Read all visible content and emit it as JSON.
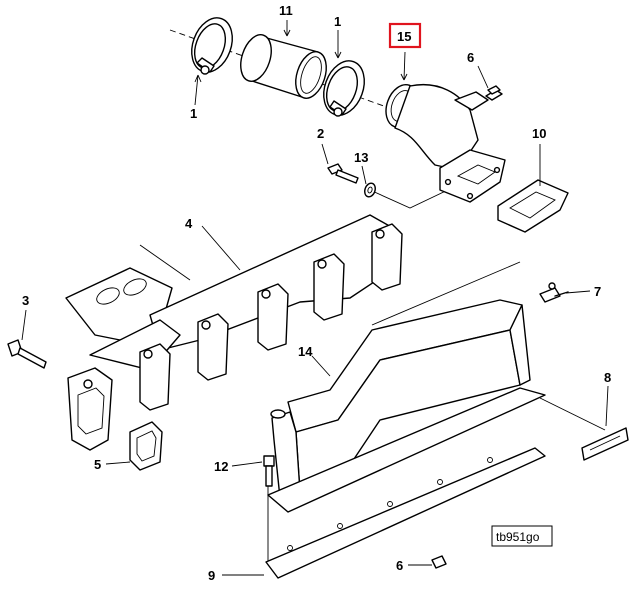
{
  "diagram": {
    "reference_code": "tb951go",
    "highlighted_callout": "15",
    "highlight_color": "#e0141e",
    "line_color": "#000000",
    "callouts": {
      "c1_clamp_left": "1",
      "c11_sleeve": "11",
      "c1_clamp_right": "1",
      "c15_elbow": "15",
      "c6_elbow_bolt": "6",
      "c2_bolt": "2",
      "c13_washer": "13",
      "c10_gasket": "10",
      "c4_manifold": "4",
      "c3_stud": "3",
      "c5_gasket": "5",
      "c7_sensor": "7",
      "c14_heat_shield": "14",
      "c8_label": "8",
      "c12_bolt": "12",
      "c9_base_gasket": "9",
      "c6_bottom_bolt": "6"
    }
  }
}
